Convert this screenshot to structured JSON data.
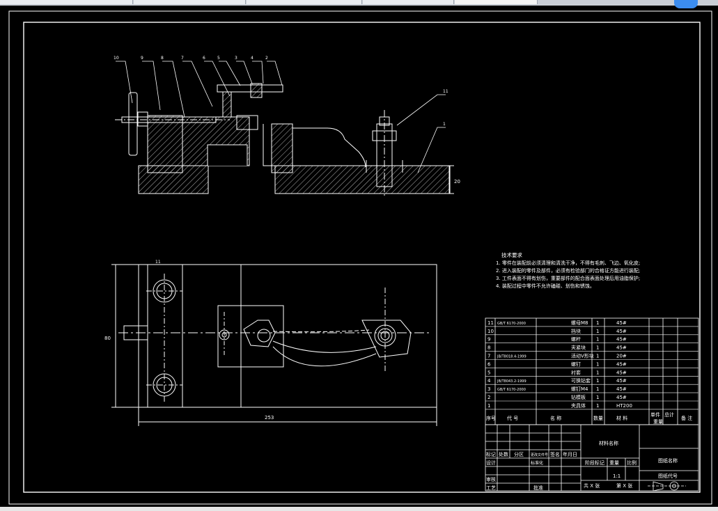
{
  "tech_requirements": {
    "title": "技术要求",
    "items": [
      "1. 零件在装配前必须清理和清洗干净，不得有毛刺、飞边、氧化皮;",
      "2. 进入装配的零件及部件，必须有检验部门的合格证方能进行装配;",
      "3. 工件表面不得有划伤，重要部件的配合面表面处理后用油脂保护;",
      "4. 装配过程中零件不允许磕碰、划伤和锈蚀。"
    ]
  },
  "parts": [
    {
      "no": "11",
      "code": "GB/T 6170-2000",
      "name": "螺母M8",
      "qty": "1",
      "material": "45#"
    },
    {
      "no": "10",
      "code": "",
      "name": "挡块",
      "qty": "1",
      "material": "45#"
    },
    {
      "no": "9",
      "code": "",
      "name": "螺杆",
      "qty": "1",
      "material": "45#"
    },
    {
      "no": "8",
      "code": "",
      "name": "夹紧块",
      "qty": "1",
      "material": "45#"
    },
    {
      "no": "7",
      "code": "JB/T8018.4-1999",
      "name": "活动V形块",
      "qty": "1",
      "material": "20#"
    },
    {
      "no": "6",
      "code": "",
      "name": "螺钉",
      "qty": "1",
      "material": "45#"
    },
    {
      "no": "5",
      "code": "",
      "name": "衬套",
      "qty": "1",
      "material": "45#"
    },
    {
      "no": "4",
      "code": "JB/T8043.2-1999",
      "name": "可换钻套",
      "qty": "1",
      "material": "45#"
    },
    {
      "no": "3",
      "code": "GB/T 6170-2000",
      "name": "螺钉M4",
      "qty": "1",
      "material": "45#"
    },
    {
      "no": "2",
      "code": "",
      "name": "钻模板",
      "qty": "1",
      "material": "45#"
    },
    {
      "no": "1",
      "code": "",
      "name": "夹具体",
      "qty": "1",
      "material": "HT200"
    }
  ],
  "parts_header": {
    "no": "序号",
    "code": "代 号",
    "name": "名 称",
    "qty": "数量",
    "material": "材 料",
    "unit_weight": "单件",
    "total_weight": "总计",
    "weight": "重量",
    "remark": "备 注"
  },
  "title_block": {
    "material_label": "材料名称",
    "drawing_name": "图纸名称",
    "drawing_code": "图纸代号",
    "scale": "1:1",
    "row_labels": [
      "标记",
      "处数",
      "分区",
      "更改文件号",
      "签名",
      "年月日"
    ],
    "design": "设计",
    "standardize": "标准化",
    "review": "审核",
    "process": "工艺",
    "approve": "批准",
    "stage": "阶段标记",
    "weight": "重量",
    "ratio": "比例",
    "sheets_total": "共 X 张",
    "sheets_no": "第 X 张"
  },
  "dimensions": {
    "height": "20",
    "width": "80",
    "length": "253"
  },
  "callouts": [
    "10",
    "9",
    "8",
    "7",
    "6",
    "5",
    "3",
    "4",
    "2",
    "11",
    "1"
  ],
  "section_callout": "11"
}
